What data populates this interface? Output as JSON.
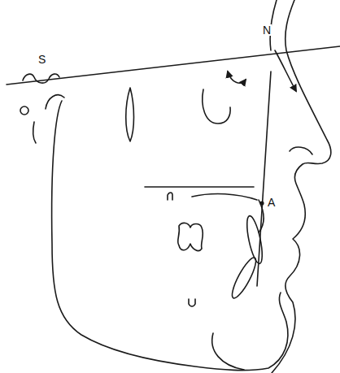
{
  "diagram": {
    "labels": [
      "S",
      "N",
      "A"
    ]
  }
}
